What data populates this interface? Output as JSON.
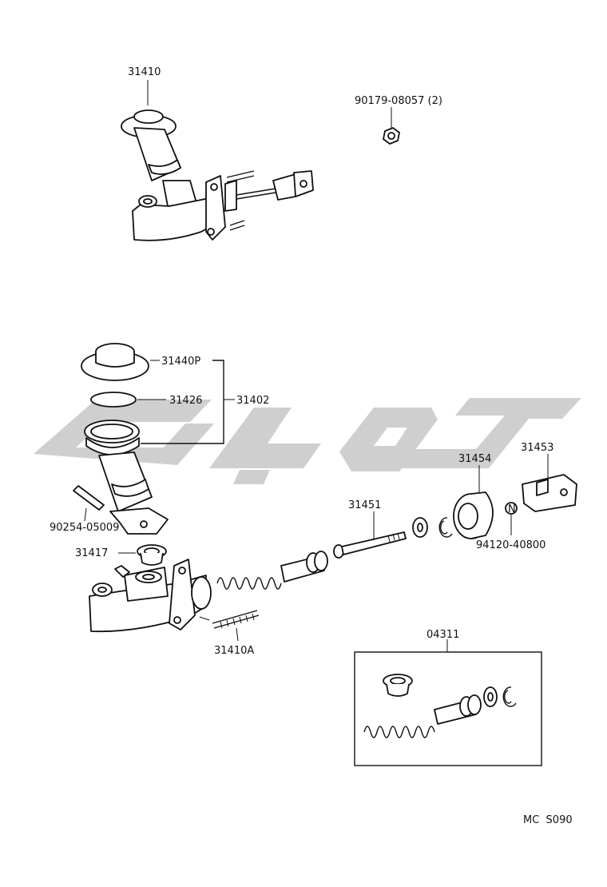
{
  "labels": {
    "l31410": "31410",
    "l90179": "90179-08057 (2)",
    "l31440p": "31440P",
    "l31426": "31426",
    "l31402": "31402",
    "l90254": "90254-05009",
    "l31417": "31417",
    "l31451": "31451",
    "l31454": "31454",
    "l31453": "31453",
    "l94120": "94120-40800",
    "l31410a": "31410A",
    "l04311": "04311",
    "footer": "MC  S090"
  },
  "colors": {
    "ink": "#111111",
    "watermark": "#cfcfcf",
    "background": "#ffffff"
  }
}
